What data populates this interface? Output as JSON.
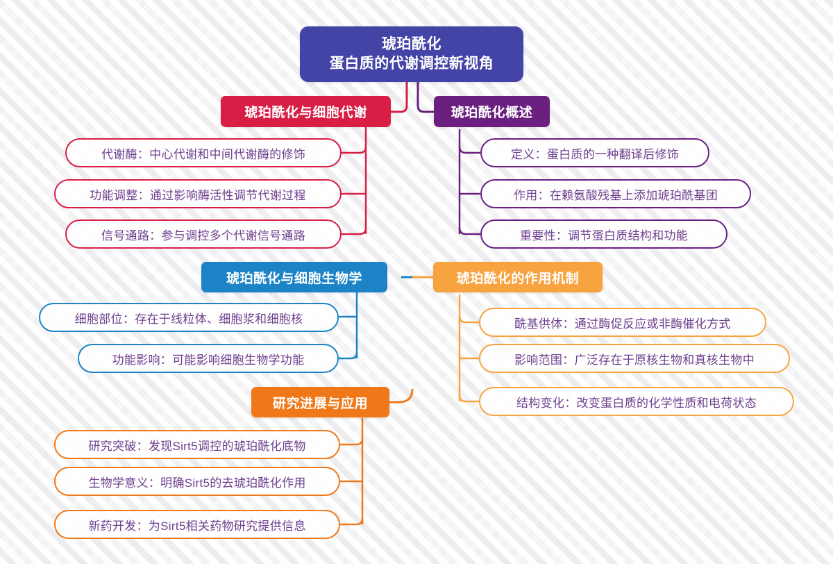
{
  "title": "琥珀酰化 蛋白质的代谢调控新视角",
  "colors": {
    "root": "#4344a6",
    "metabolism": "#d81e45",
    "overview": "#6b2080",
    "cellbio": "#1c84c6",
    "mechanism": "#f7a440",
    "research": "#f07818",
    "leaf_text": "#6d3f8e",
    "background": "#f6f6f7"
  },
  "root": {
    "line1": "琥珀酰化",
    "line2": "蛋白质的代谢调控新视角"
  },
  "branches": [
    {
      "id": "metabolism",
      "label": "琥珀酰化与细胞代谢",
      "color": "#d81e45",
      "side": "left",
      "leaves": [
        {
          "label": "代谢酶：中心代谢和中间代谢酶的修饰"
        },
        {
          "label": "功能调整：通过影响酶活性调节代谢过程"
        },
        {
          "label": "信号通路：参与调控多个代谢信号通路"
        }
      ]
    },
    {
      "id": "overview",
      "label": "琥珀酰化概述",
      "color": "#6b2080",
      "side": "right",
      "leaves": [
        {
          "label": "定义：蛋白质的一种翻译后修饰"
        },
        {
          "label": "作用：在赖氨酸残基上添加琥珀酰基团"
        },
        {
          "label": "重要性：调节蛋白质结构和功能"
        }
      ]
    },
    {
      "id": "cellbio",
      "label": "琥珀酰化与细胞生物学",
      "color": "#1c84c6",
      "side": "left",
      "leaves": [
        {
          "label": "细胞部位：存在于线粒体、细胞浆和细胞核"
        },
        {
          "label": "功能影响：可能影响细胞生物学功能"
        }
      ]
    },
    {
      "id": "mechanism",
      "label": "琥珀酰化的作用机制",
      "color": "#f7a440",
      "side": "right",
      "leaves": [
        {
          "label": "酰基供体：通过酶促反应或非酶催化方式"
        },
        {
          "label": "影响范围：广泛存在于原核生物和真核生物中"
        },
        {
          "label": "结构变化：改变蛋白质的化学性质和电荷状态"
        }
      ]
    },
    {
      "id": "research",
      "label": "研究进展与应用",
      "color": "#f07818",
      "side": "left",
      "leaves": [
        {
          "label": "研究突破：发现Sirt5调控的琥珀酰化底物"
        },
        {
          "label": "生物学意义：明确Sirt5的去琥珀酰化作用"
        },
        {
          "label": "新药开发：为Sirt5相关药物研究提供信息"
        }
      ]
    }
  ]
}
